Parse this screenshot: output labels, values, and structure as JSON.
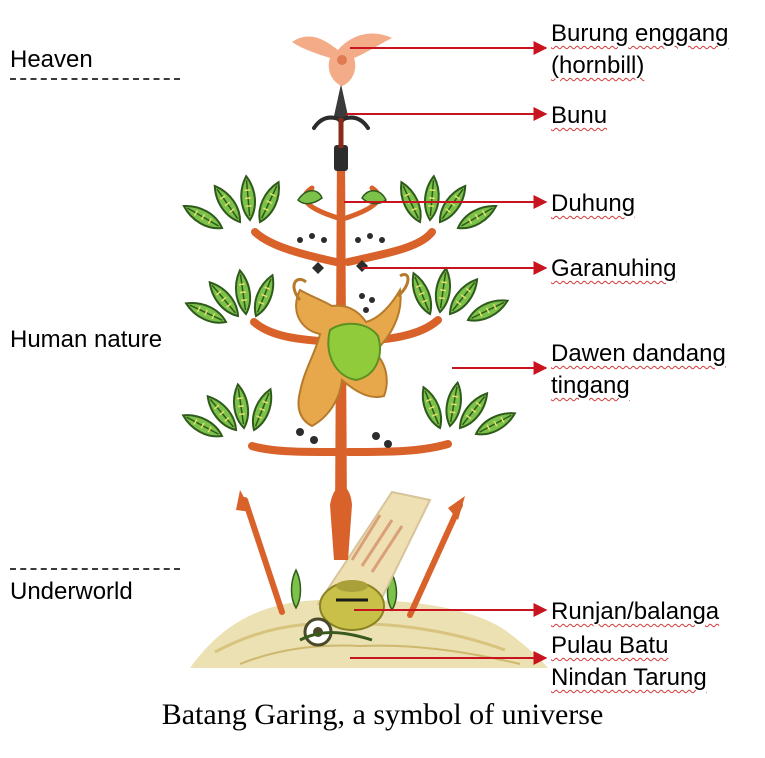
{
  "zones": {
    "heaven": "Heaven",
    "human_nature": "Human nature",
    "underworld": "Underworld"
  },
  "callouts": {
    "burung_line1": "Burung enggang",
    "burung_line2": "(hornbill)",
    "bunu": "Bunu",
    "duhung": "Duhung",
    "garanuhing": "Garanuhing",
    "dawen_line1": "Dawen dandang",
    "dawen_line2": "tingang",
    "runjan": "Runjan/balanga",
    "pulau_line1": "Pulau Batu",
    "pulau_line2": "Nindan Tarung"
  },
  "caption": "Batang Garing, a symbol of universe",
  "colors": {
    "arrow": "#c8141e",
    "trunk": "#d9622b",
    "leaf": "#7cc24a",
    "leaf_dark": "#2f5a1c",
    "hornbill": "#f3a27a",
    "ground": "#e9dca6",
    "jar": "#c9c04a"
  }
}
